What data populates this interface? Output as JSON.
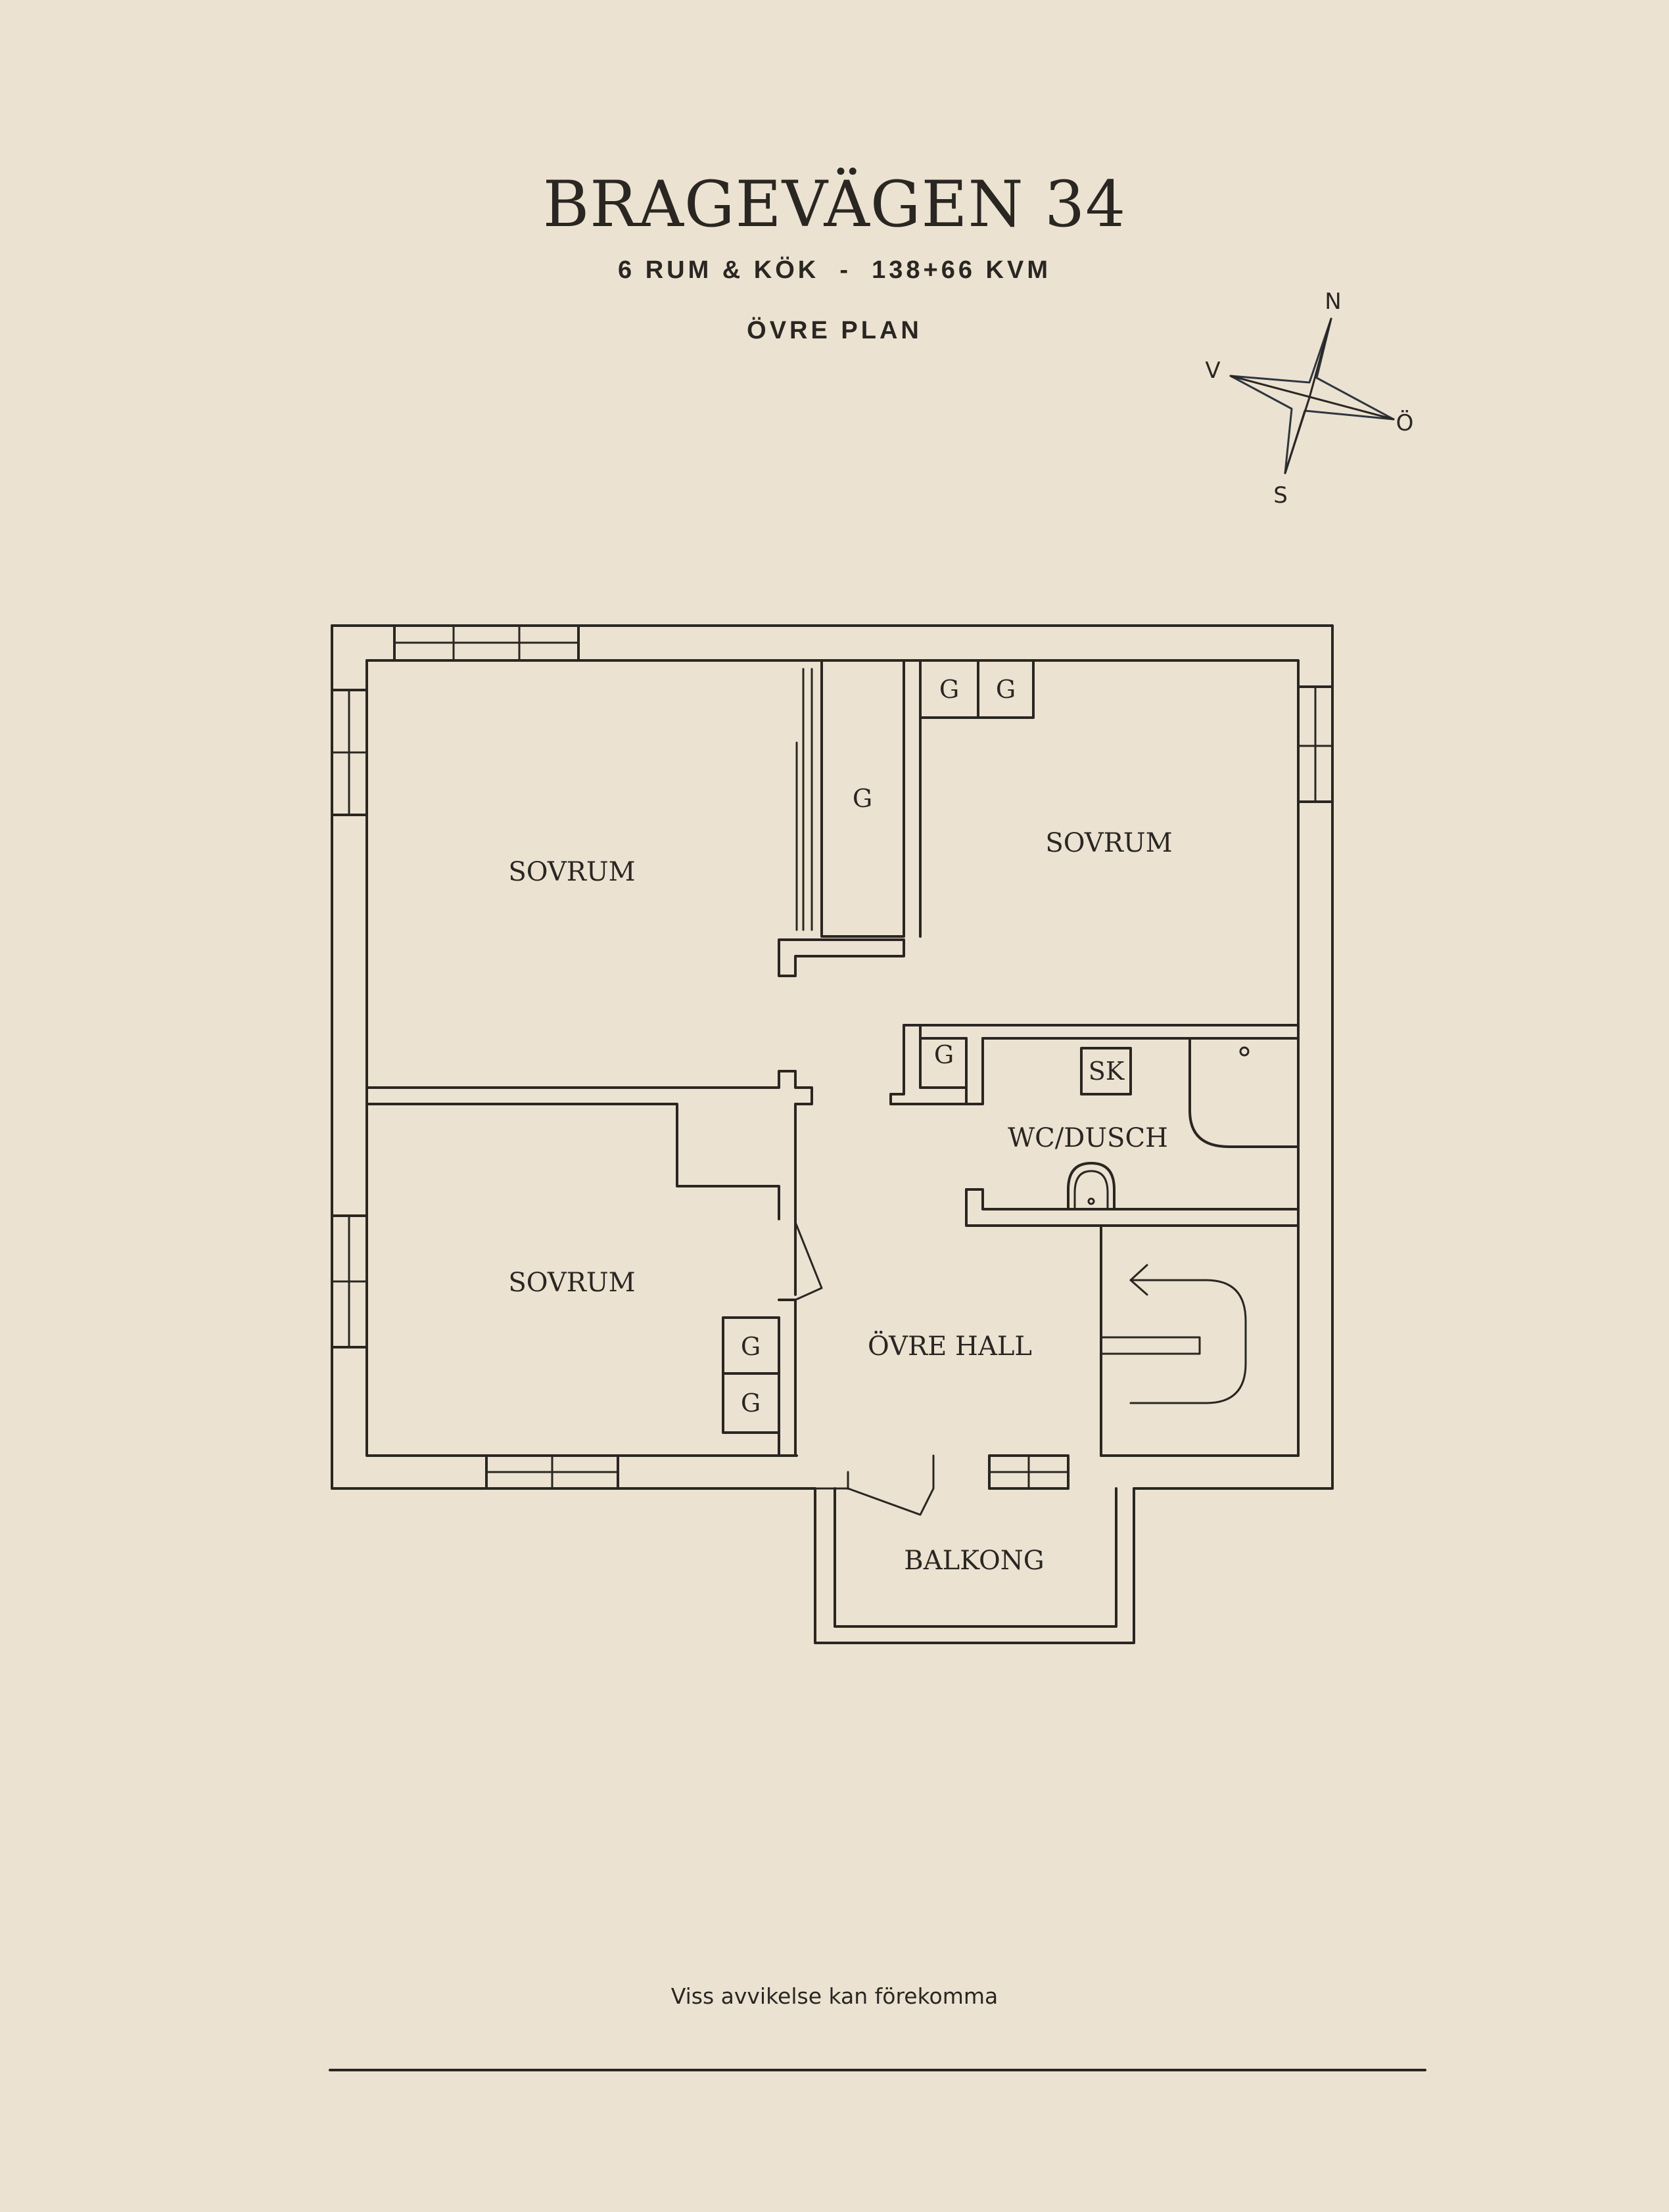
{
  "header": {
    "title": "BRAGEVÄGEN 34",
    "subtitle": "6 RUM & KÖK  -  138+66 KVM",
    "level": "ÖVRE PLAN"
  },
  "compass": {
    "north": "N",
    "west": "V",
    "east": "Ö",
    "south": "S"
  },
  "rooms": {
    "sovrum_top_left": "SOVRUM",
    "sovrum_top_right": "SOVRUM",
    "sovrum_bottom_left": "SOVRUM",
    "wc_dusch": "WC/DUSCH",
    "ovre_hall": "ÖVRE HALL",
    "balkong": "BALKONG"
  },
  "closets": {
    "g": "G",
    "sk": "SK"
  },
  "footer": {
    "disclaimer": "Viss avvikelse kan förekomma"
  }
}
